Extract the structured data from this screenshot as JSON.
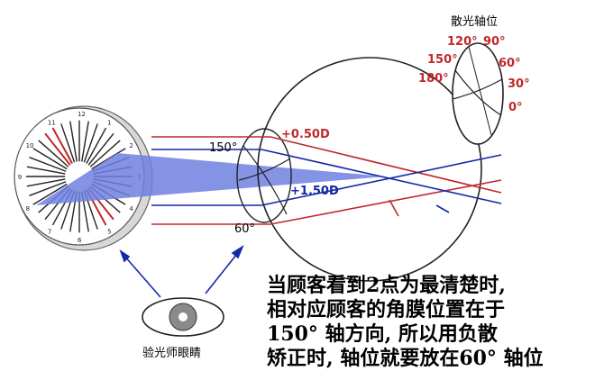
{
  "astig_title": "散光轴位",
  "axis_labels": {
    "a120": "120°",
    "a90": "90°",
    "a150": "150°",
    "a60": "60°",
    "a180": "180°",
    "a30": "30°",
    "a0": "0°"
  },
  "power_plus_050": "+0.50D",
  "power_plus_150": "+1.50D",
  "eye_axis_150": "150°",
  "eye_axis_60": "60°",
  "clock_numbers": [
    "1",
    "2",
    "3",
    "4",
    "5",
    "6",
    "7",
    "8",
    "9",
    "10",
    "11",
    "12"
  ],
  "examiner_label": "验光师眼睛",
  "explanation": [
    "当顾客看到2点为最清楚时,",
    "相对应顾客的角膜位置在于",
    "150° 轴方向, 所以用负散",
    "矫正时, 轴位就要放在60° 轴位"
  ],
  "colors": {
    "red": "#c0282a",
    "blue": "#1428a8",
    "beam": "#7080e0"
  }
}
